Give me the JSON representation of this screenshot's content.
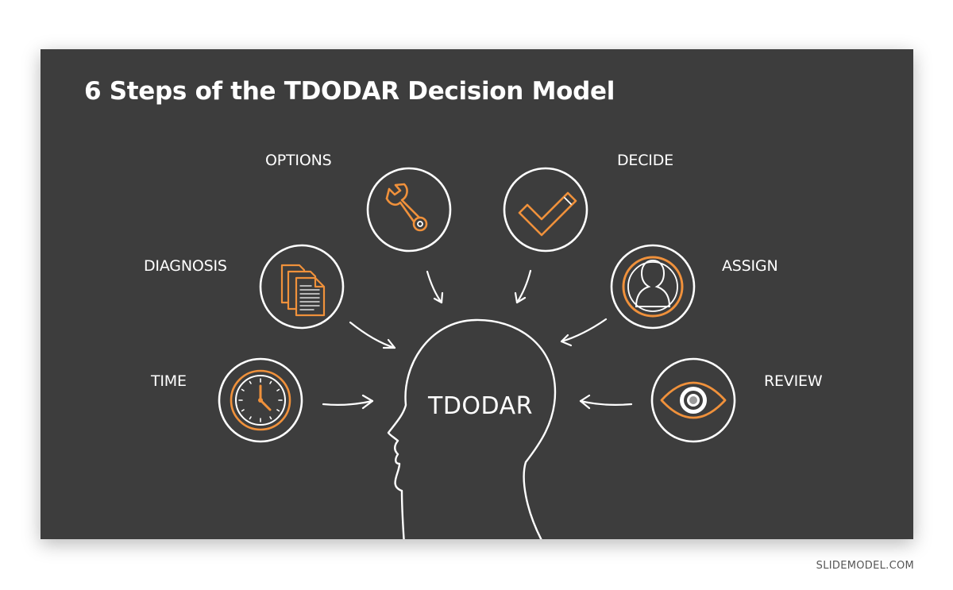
{
  "slide": {
    "title": "6 Steps of the TDODAR Decision Model",
    "center_label": "TDODAR"
  },
  "steps": {
    "time": {
      "label": "TIME",
      "icon": "clock-icon"
    },
    "diagnosis": {
      "label": "DIAGNOSIS",
      "icon": "documents-icon"
    },
    "options": {
      "label": "OPTIONS",
      "icon": "wrench-icon"
    },
    "decide": {
      "label": "DECIDE",
      "icon": "checkmark-icon"
    },
    "assign": {
      "label": "ASSIGN",
      "icon": "user-icon"
    },
    "review": {
      "label": "REVIEW",
      "icon": "eye-icon"
    }
  },
  "colors": {
    "background": "#3d3d3d",
    "line": "#ffffff",
    "accent": "#f0913b"
  },
  "watermark": "SLIDEMODEL.COM"
}
